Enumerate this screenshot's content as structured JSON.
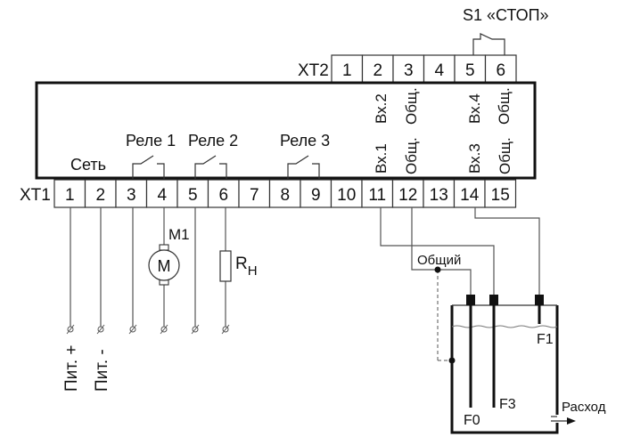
{
  "diagram": {
    "title": "Wiring diagram",
    "xt1": {
      "label": "XT1",
      "terminals": [
        "1",
        "2",
        "3",
        "4",
        "5",
        "6",
        "7",
        "8",
        "9",
        "10",
        "11",
        "12",
        "13",
        "14",
        "15"
      ]
    },
    "xt2": {
      "label": "XT2",
      "terminals": [
        "1",
        "2",
        "3",
        "4",
        "5",
        "6"
      ]
    },
    "switch_s1": "S1 «СТОП»",
    "labels": {
      "power": "Сеть",
      "relay1": "Реле 1",
      "relay2": "Реле 2",
      "relay3": "Реле 3",
      "in1": "Вх.1",
      "com1": "Общ.",
      "in2": "Вх.2",
      "com2": "Общ.",
      "in3": "Вх.3",
      "com3": "Общ.",
      "in4": "Вх.4",
      "com4": "Общ."
    },
    "motor": {
      "designator": "M1",
      "symbol": "M"
    },
    "load": {
      "designator": "R",
      "subscript": "H"
    },
    "power_plus": "Пит. +",
    "power_minus": "Пит. -",
    "common_wire": "Общий",
    "tank": {
      "electrodes": [
        "F0",
        "F3",
        "F1"
      ],
      "outflow": "Расход"
    }
  }
}
